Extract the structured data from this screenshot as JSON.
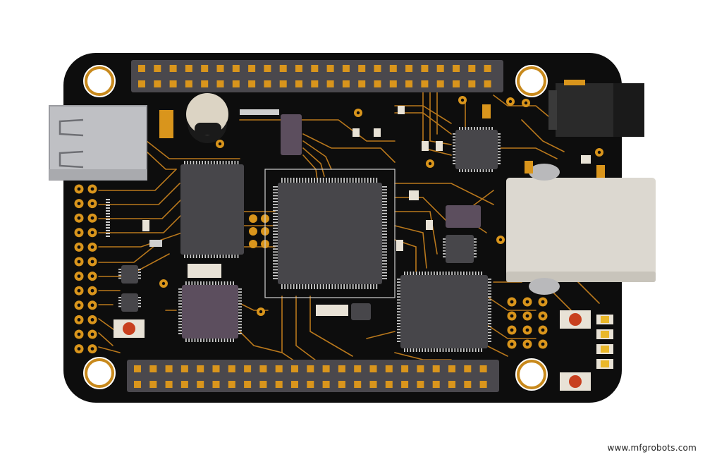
{
  "scene": {
    "subject": "electronic circuit board illustration",
    "colors": {
      "pcb": "#0d0d0d",
      "header_strip": "#4a484d",
      "pin_pad": "#d9951c",
      "trace": "#b9781c",
      "chip_dark": "#47464a",
      "chip_purple": "#5c4e5e",
      "chip_pin": "#c9c9c9",
      "usb_metal": "#bfc0c4",
      "ethernet_body": "#dcd8d0",
      "power_jack": "#222222",
      "button_red": "#c8401f",
      "led_yellow": "#e9b72a",
      "mount_hole_gold": "#c8891c",
      "background": "#ffffff"
    },
    "top_header_pin_columns": 23,
    "bottom_header_pin_columns": 23,
    "left_edge_pads": 12,
    "push_buttons": 3,
    "status_leds": 4,
    "mounting_holes": 4
  },
  "watermark": {
    "text": "www.mfgrobots.com"
  }
}
